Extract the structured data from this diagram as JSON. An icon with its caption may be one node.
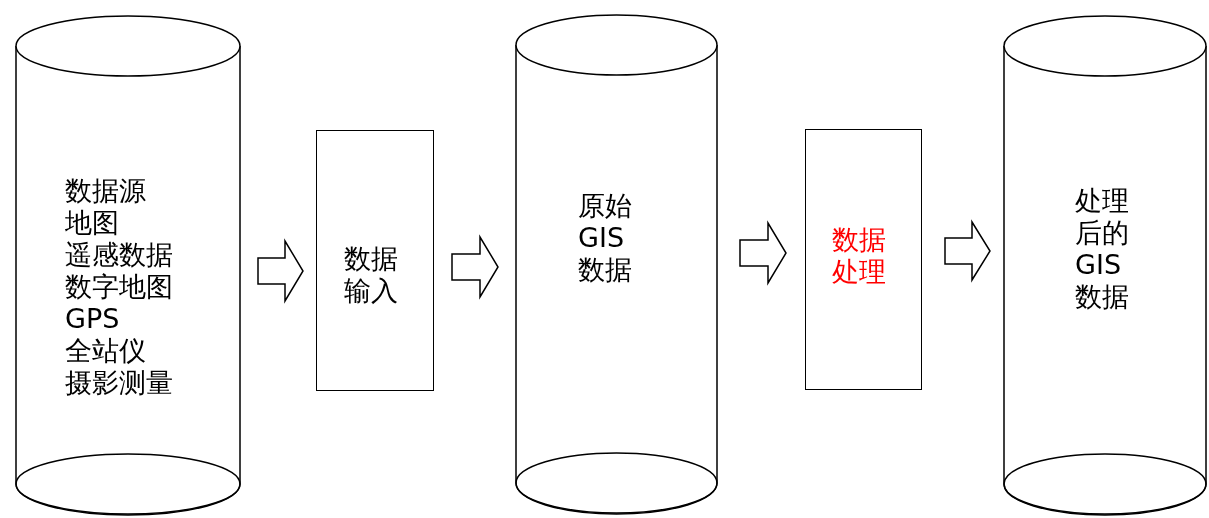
{
  "diagram": {
    "nodes": [
      {
        "text": [
          "数据源",
          "地图",
          "遥感数据",
          "数字地图",
          "GPS",
          "全站仪",
          "摄影测量"
        ]
      },
      {
        "text": [
          "数据输入"
        ]
      },
      {
        "text": [
          "原始GIS数据"
        ]
      },
      {
        "text": [
          "数据处理"
        ]
      },
      {
        "text": [
          "处理后的GIS数据"
        ]
      }
    ],
    "edges": [
      {
        "from": 0,
        "to": 1,
        "arrow": "to"
      },
      {
        "from": 1,
        "to": 2,
        "arrow": "to"
      },
      {
        "from": 2,
        "to": 3,
        "arrow": "to"
      },
      {
        "from": 3,
        "to": 4,
        "arrow": "to"
      }
    ]
  }
}
